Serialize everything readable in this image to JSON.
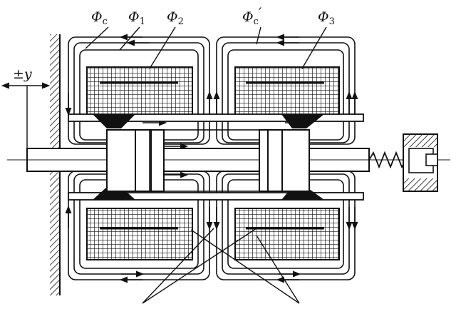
{
  "labels": {
    "phi_c": {
      "main": "Φ",
      "sub": "c"
    },
    "phi_1": {
      "main": "Φ",
      "sub": "1"
    },
    "phi_2": {
      "main": "Φ",
      "sub": "2"
    },
    "phi_c_prime": {
      "main": "Φ",
      "sub": "c",
      "prime": "′"
    },
    "phi_3": {
      "main": "Φ",
      "sub": "3"
    },
    "displacement": "±y"
  },
  "colors": {
    "ink": "#111111",
    "background": "#ffffff"
  }
}
